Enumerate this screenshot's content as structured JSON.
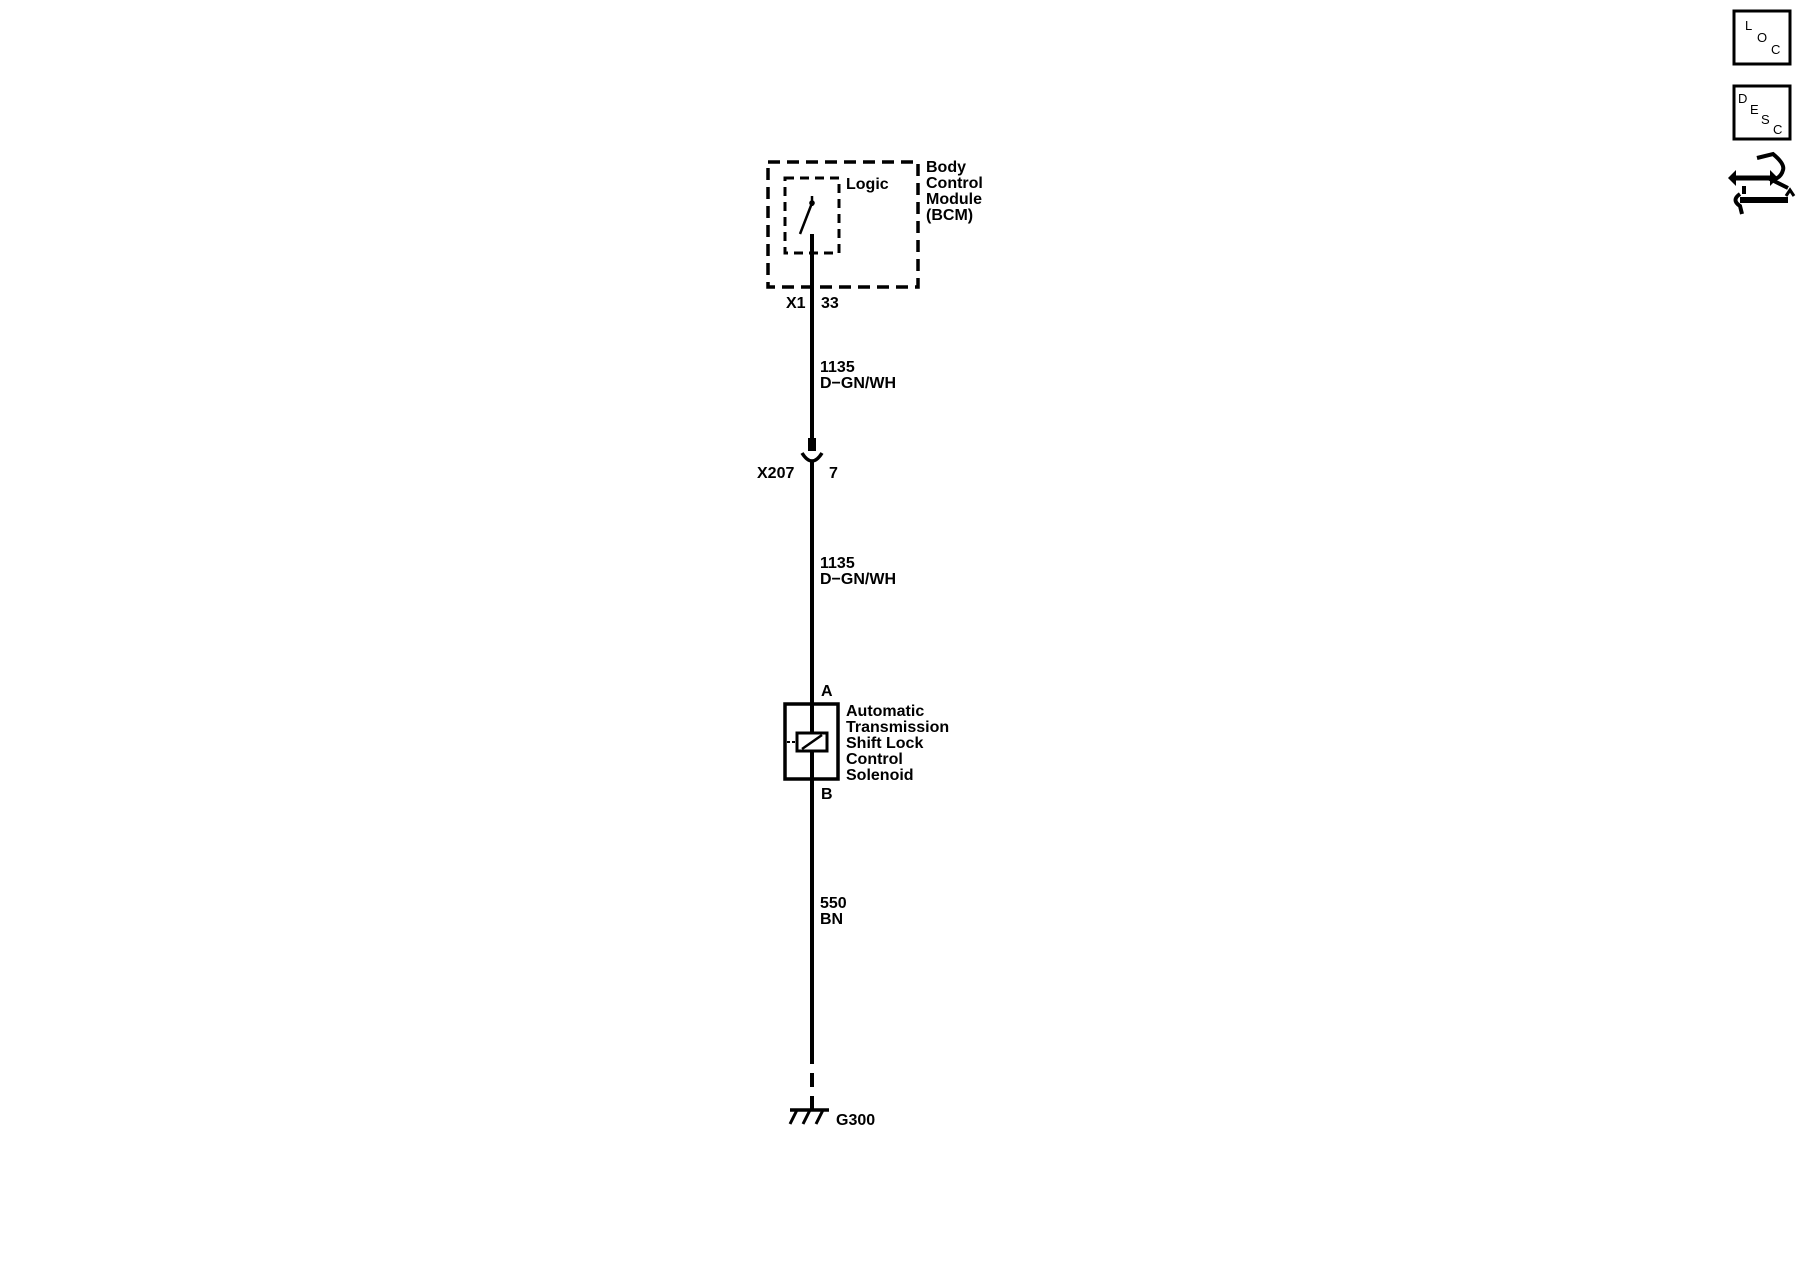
{
  "bcm": {
    "name_lines": [
      "Body",
      "Control",
      "Module",
      "(BCM)"
    ],
    "logic_label": "Logic",
    "connector": "X1",
    "pin": "33"
  },
  "wire_upper": {
    "circuit": "1135",
    "color": "D−GN/WH"
  },
  "inline_connector": {
    "name": "X207",
    "pin": "7"
  },
  "wire_middle": {
    "circuit": "1135",
    "color": "D−GN/WH"
  },
  "solenoid": {
    "name_lines": [
      "Automatic",
      "Transmission",
      "Shift Lock",
      "Control",
      "Solenoid"
    ],
    "pin_top": "A",
    "pin_bottom": "B"
  },
  "wire_lower": {
    "circuit": "550",
    "color": "BN"
  },
  "ground": {
    "name": "G300"
  },
  "side_buttons": {
    "loc": [
      "L",
      "O",
      "C"
    ],
    "desc": [
      "D",
      "E",
      "S",
      "C"
    ]
  }
}
